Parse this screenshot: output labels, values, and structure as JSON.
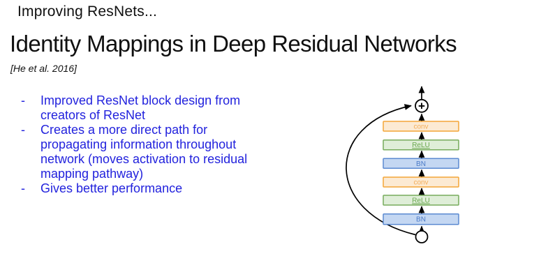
{
  "slide": {
    "header": "Improving ResNets...",
    "title": "Identity Mappings in Deep Residual Networks",
    "citation": "[He et al. 2016]",
    "bullet_marker": "-",
    "bullets": [
      "Improved ResNet block design from creators of ResNet",
      "Creates a more direct path for propagating information throughout network (moves activation to residual mapping pathway)",
      "Gives better performance"
    ],
    "colors": {
      "bullet_text": "#2222dd",
      "heading_text": "#101010"
    }
  },
  "diagram": {
    "blocks": [
      {
        "type": "conv",
        "label": "conv"
      },
      {
        "type": "relu",
        "label": "ReLU"
      },
      {
        "type": "bn",
        "label": "BN"
      },
      {
        "type": "conv",
        "label": "conv"
      },
      {
        "type": "relu",
        "label": "ReLU"
      },
      {
        "type": "bn",
        "label": "BN"
      }
    ],
    "add_symbol": "+",
    "styles": {
      "conv": {
        "fill": "#fcead3",
        "stroke": "#f4a537",
        "text": "#f2ae5b"
      },
      "relu": {
        "fill": "#dfeed8",
        "stroke": "#76ab5b",
        "text": "#6aa84f"
      },
      "bn": {
        "fill": "#c4d7f2",
        "stroke": "#5b8ad1",
        "text": "#4a7ac7"
      }
    },
    "line_color": "#000000"
  }
}
